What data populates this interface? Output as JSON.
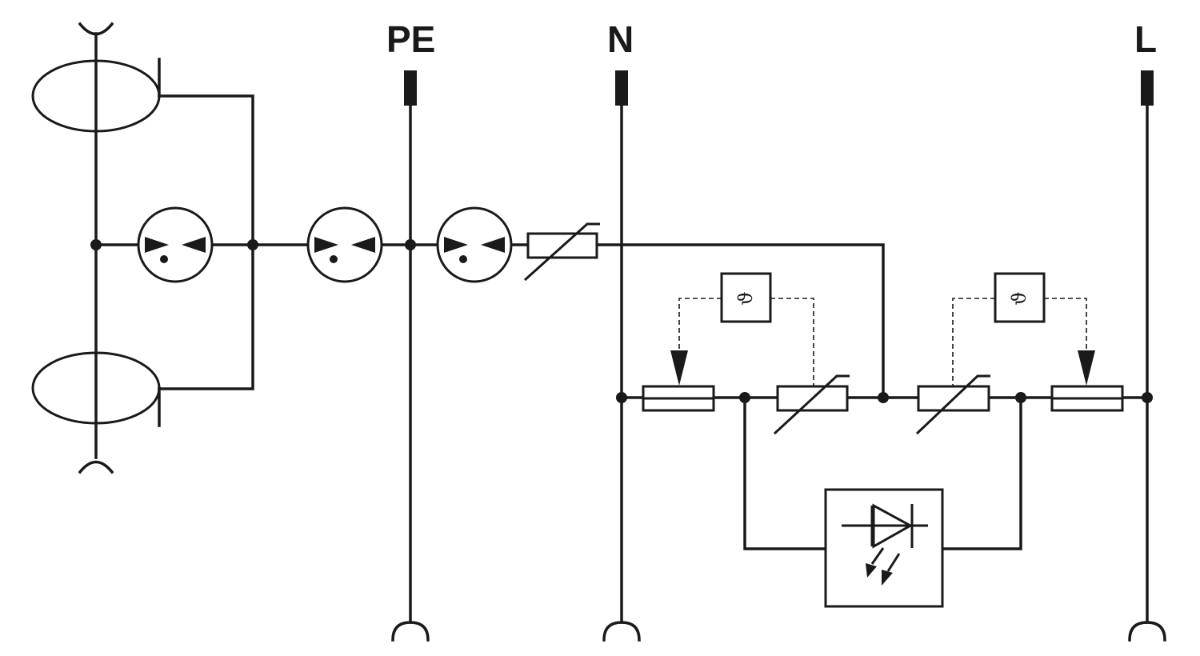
{
  "rails": {
    "pe": "PE",
    "n": "N",
    "l": "L"
  },
  "thermal_symbol": "ϑ",
  "colors": {
    "ink": "#1a1a1a",
    "background": "#ffffff"
  }
}
